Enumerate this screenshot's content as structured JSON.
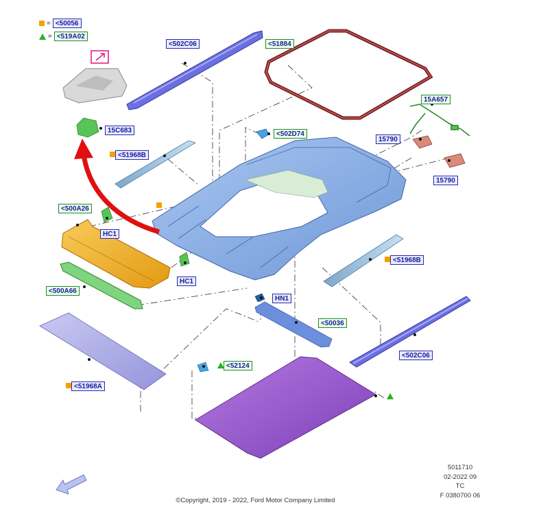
{
  "legend": [
    {
      "marker": "square",
      "color": "#f5a000",
      "equals": "=",
      "code": "<50056"
    },
    {
      "marker": "triangle",
      "color": "#22b322",
      "equals": "=",
      "code": "<519A02"
    }
  ],
  "callouts": {
    "c502C06_top": "<502C06",
    "c51884": "<51884",
    "c15A657": "15A657",
    "c502D74": "<502D74",
    "c15C683": "15C683",
    "c51968B_left": "<51968B",
    "c15790_a": "15790",
    "c15790_b": "15790",
    "c500A26": "<500A26",
    "cHC1_a": "HC1",
    "cHC1_b": "HC1",
    "c51968B_right": "<51968B",
    "c500A66": "<500A66",
    "cHN1": "HN1",
    "c50036": "<50036",
    "c502C06_bottom": "<502C06",
    "c52124": "<52124",
    "c51968A": "<51968A"
  },
  "footer": {
    "ref_number": "5011710",
    "date": "02-2022 09",
    "code": "TC",
    "figure": "F 0380700 06",
    "copyright": "©Copyright, 2019 - 2022, Ford Motor Company Limited"
  },
  "colors": {
    "headliner_blue": "#8fb3e6",
    "rail_violet": "#6b6fe0",
    "seal_dark_red": "#8b2a2a",
    "bracket_orange": "#f2b12a",
    "bracket_green": "#58c458",
    "headliner_purple": "#9a5ccc",
    "arrow_red": "#e01010",
    "legend_orange": "#f5a000",
    "legend_green": "#22b322",
    "callout_blue": "#2a2aa8",
    "callout_green": "#1f8a2a"
  }
}
